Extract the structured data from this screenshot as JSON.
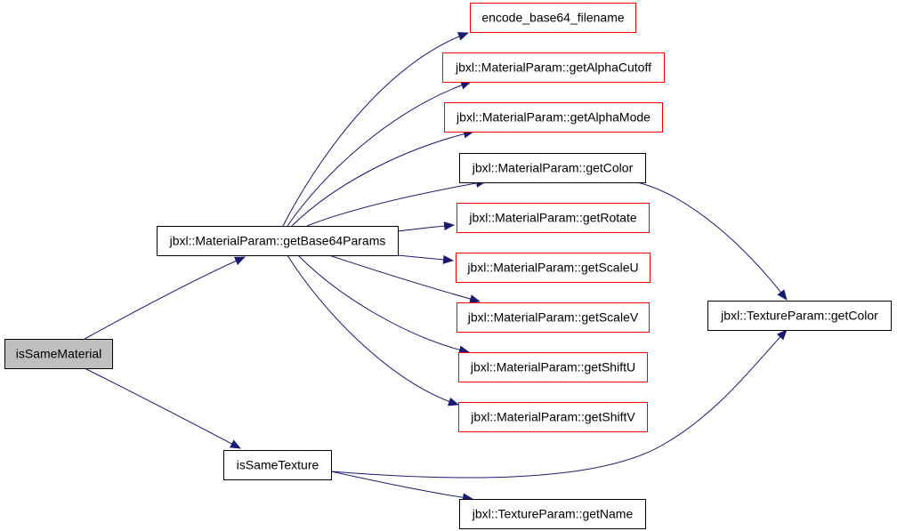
{
  "colors": {
    "edge": "#191970",
    "border_default": "#000000",
    "border_external": "#ff0000",
    "root_fill": "#bfbfbf",
    "fill": "#ffffff"
  },
  "nodes": [
    {
      "id": "isSameMaterial",
      "label": "isSameMaterial",
      "style": "root"
    },
    {
      "id": "getBase64Params",
      "label": "jbxl::MaterialParam::getBase64Params",
      "style": "default"
    },
    {
      "id": "isSameTexture",
      "label": "isSameTexture",
      "style": "default"
    },
    {
      "id": "encode_base64_filename",
      "label": "encode_base64_filename",
      "style": "external"
    },
    {
      "id": "getAlphaCutoff",
      "label": "jbxl::MaterialParam::getAlphaCutoff",
      "style": "external"
    },
    {
      "id": "getAlphaMode",
      "label": "jbxl::MaterialParam::getAlphaMode",
      "style": "external"
    },
    {
      "id": "getColor",
      "label": "jbxl::MaterialParam::getColor",
      "style": "default"
    },
    {
      "id": "getRotate",
      "label": "jbxl::MaterialParam::getRotate",
      "style": "external"
    },
    {
      "id": "getScaleU",
      "label": "jbxl::MaterialParam::getScaleU",
      "style": "external"
    },
    {
      "id": "getScaleV",
      "label": "jbxl::MaterialParam::getScaleV",
      "style": "external"
    },
    {
      "id": "getShiftU",
      "label": "jbxl::MaterialParam::getShiftU",
      "style": "external"
    },
    {
      "id": "getShiftV",
      "label": "jbxl::MaterialParam::getShiftV",
      "style": "external"
    },
    {
      "id": "texGetColor",
      "label": "jbxl::TextureParam::getColor",
      "style": "default"
    },
    {
      "id": "texGetName",
      "label": "jbxl::TextureParam::getName",
      "style": "default"
    }
  ],
  "edges": [
    {
      "from": "isSameMaterial",
      "to": "getBase64Params"
    },
    {
      "from": "isSameMaterial",
      "to": "isSameTexture"
    },
    {
      "from": "getBase64Params",
      "to": "encode_base64_filename"
    },
    {
      "from": "getBase64Params",
      "to": "getAlphaCutoff"
    },
    {
      "from": "getBase64Params",
      "to": "getAlphaMode"
    },
    {
      "from": "getBase64Params",
      "to": "getColor"
    },
    {
      "from": "getBase64Params",
      "to": "getRotate"
    },
    {
      "from": "getBase64Params",
      "to": "getScaleU"
    },
    {
      "from": "getBase64Params",
      "to": "getScaleV"
    },
    {
      "from": "getBase64Params",
      "to": "getShiftU"
    },
    {
      "from": "getBase64Params",
      "to": "getShiftV"
    },
    {
      "from": "getColor",
      "to": "texGetColor"
    },
    {
      "from": "isSameTexture",
      "to": "texGetColor"
    },
    {
      "from": "isSameTexture",
      "to": "texGetName"
    }
  ]
}
